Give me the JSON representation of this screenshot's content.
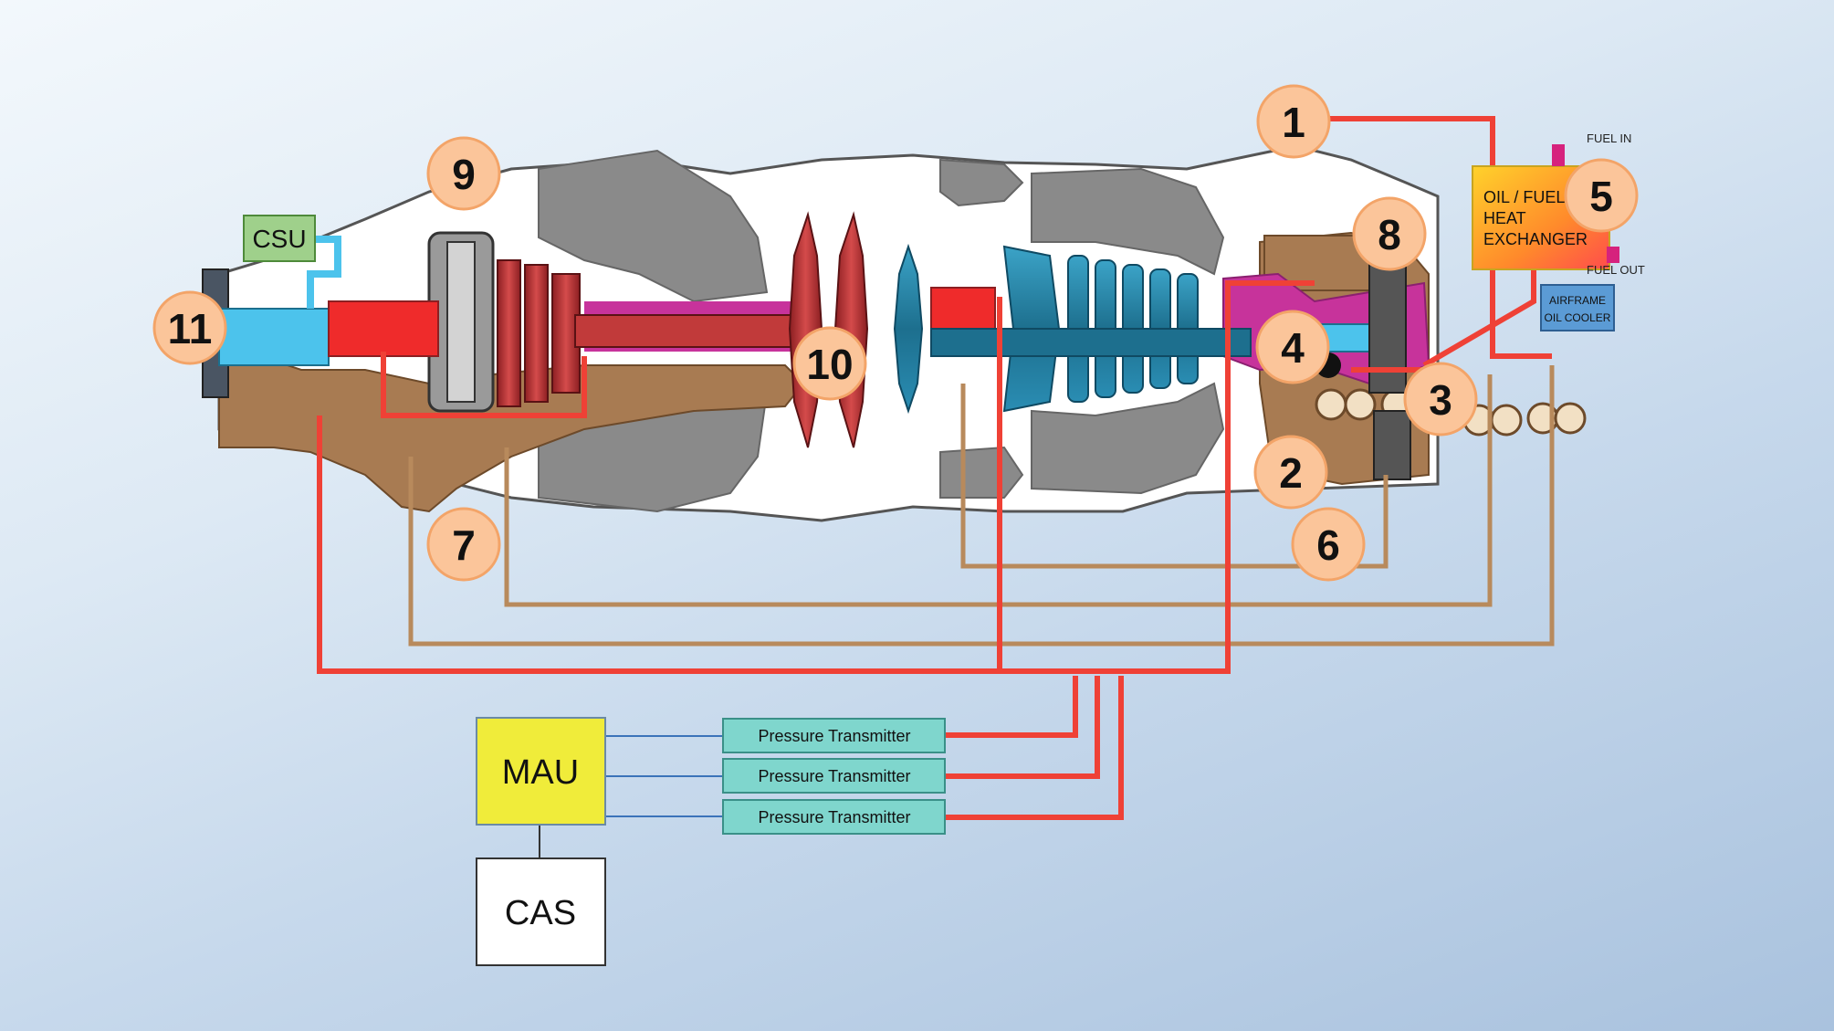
{
  "callouts": [
    "1",
    "2",
    "3",
    "4",
    "5",
    "6",
    "7",
    "8",
    "9",
    "10",
    "11"
  ],
  "labels": {
    "csu": "CSU",
    "heat_exchanger": [
      "OIL / FUEL",
      "HEAT",
      "EXCHANGER"
    ],
    "fuel_in": "FUEL IN",
    "fuel_out": "FUEL OUT",
    "airframe_oil_cooler": [
      "AIRFRAME",
      "OIL COOLER"
    ],
    "mau": "MAU",
    "cas": "CAS",
    "pressure_transmitters": [
      "Pressure Transmitter",
      "Pressure Transmitter",
      "Pressure Transmitter"
    ]
  },
  "colors": {
    "pressure_line": "#ef4136",
    "scavenge_line": "#b88a5c",
    "signal_line": "#3b73b9",
    "oil_sump": "#a87b52",
    "callout_fill": "#fbc59a",
    "callout_stroke": "#f3a468",
    "csu_fill": "#9fd08b",
    "mau_fill": "#f0ec3a",
    "transmitter_fill": "#7fd6cd",
    "cooler_fill": "#5b9bd5",
    "shaft_blue": "#4cc3ec",
    "compressor_blue": "#1f7a9b",
    "turbine_red": "#b82d2f",
    "magenta": "#c7339b",
    "casing_gray": "#8a8a8a"
  }
}
